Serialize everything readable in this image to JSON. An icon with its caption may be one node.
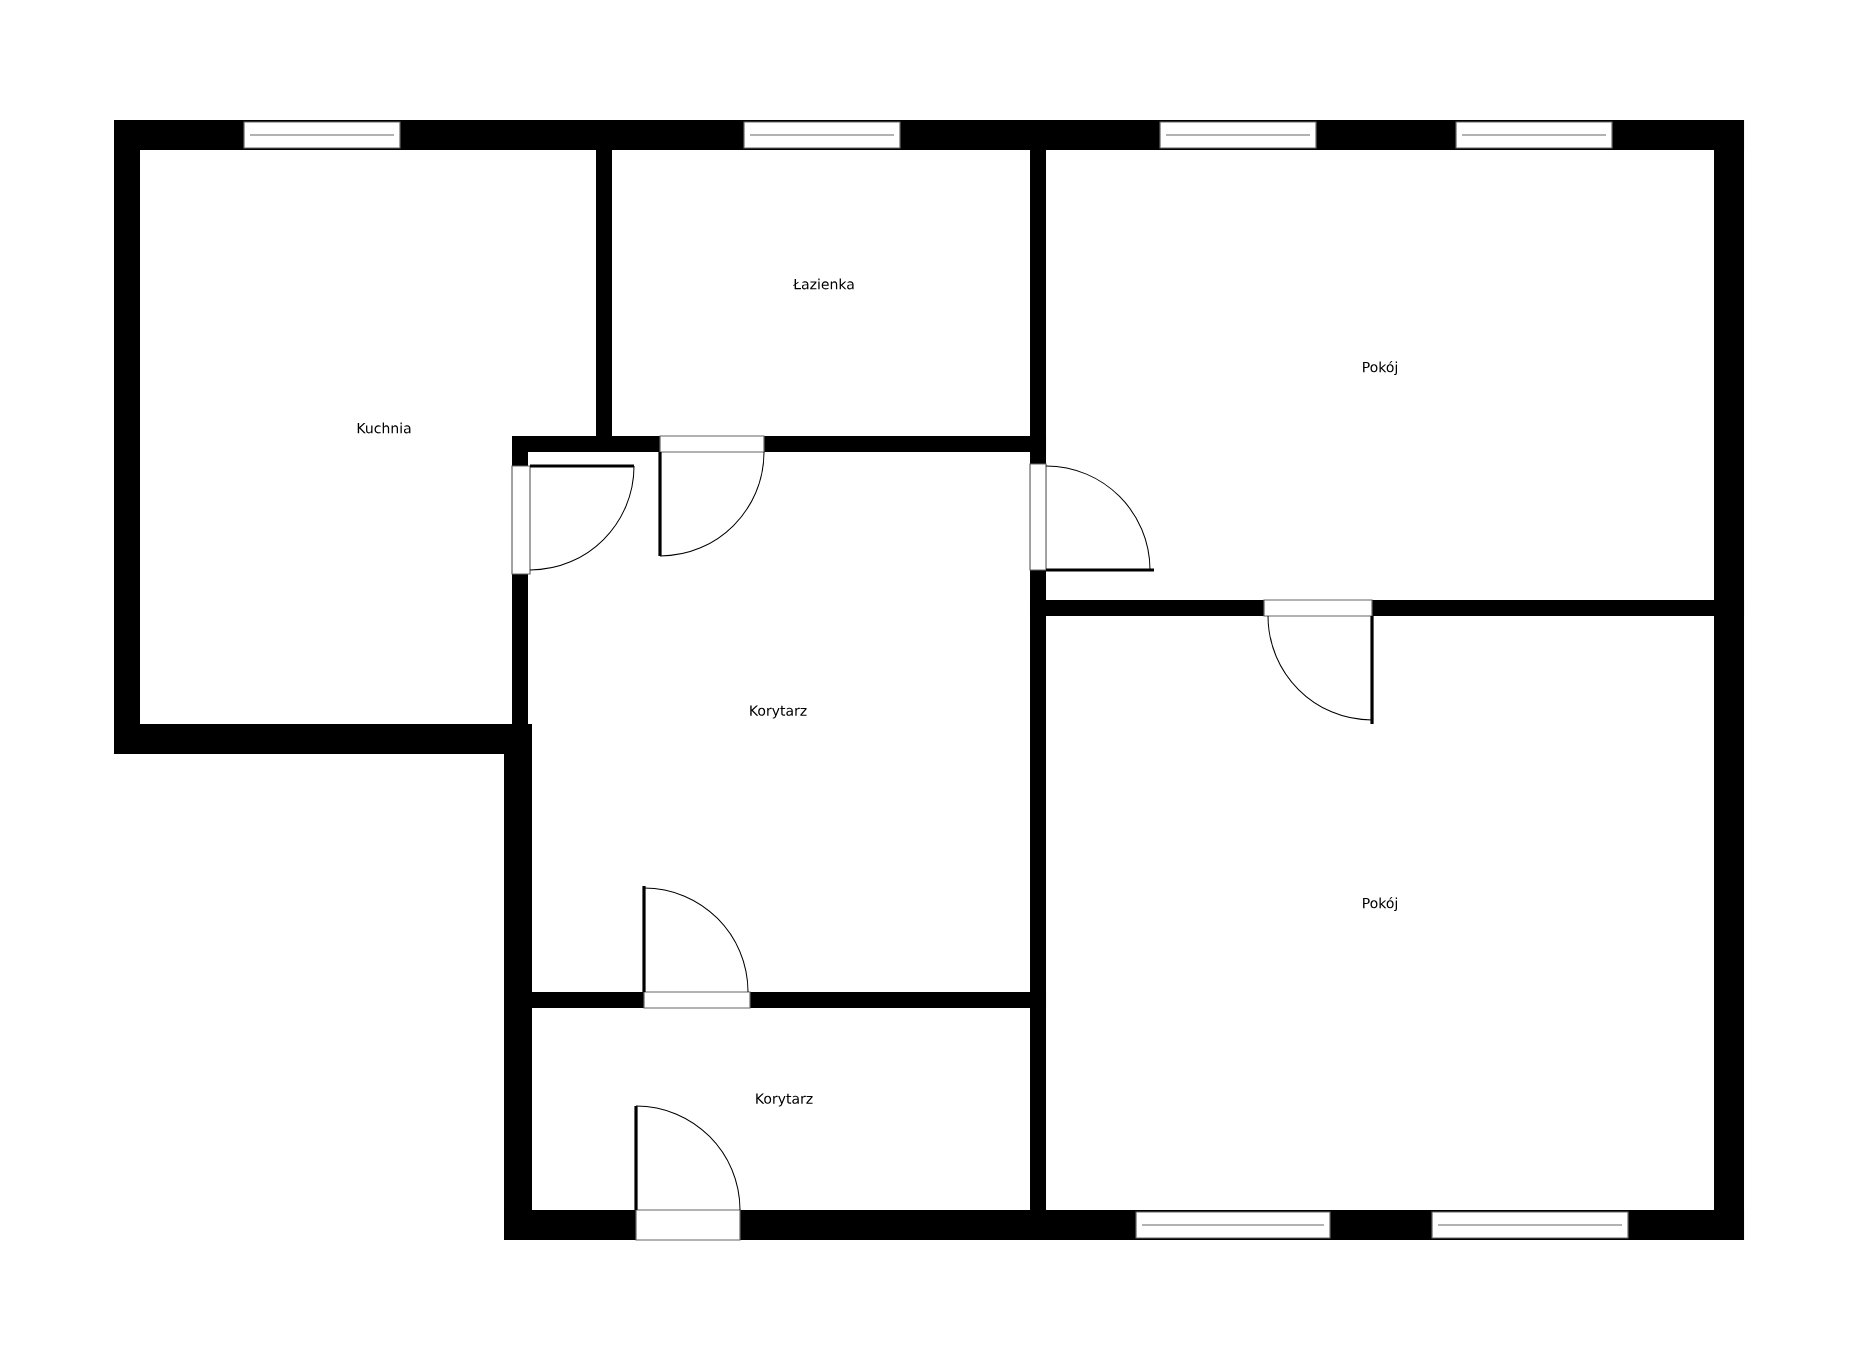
{
  "diagram": {
    "nodes": [
      {
        "text": [
          "Kuchnia"
        ]
      },
      {
        "text": [
          "Łazienka"
        ]
      },
      {
        "text": [
          "Pokój"
        ]
      },
      {
        "text": [
          "Korytarz"
        ]
      },
      {
        "text": [
          "Pokój"
        ]
      },
      {
        "text": [
          "Korytarz"
        ]
      }
    ]
  }
}
